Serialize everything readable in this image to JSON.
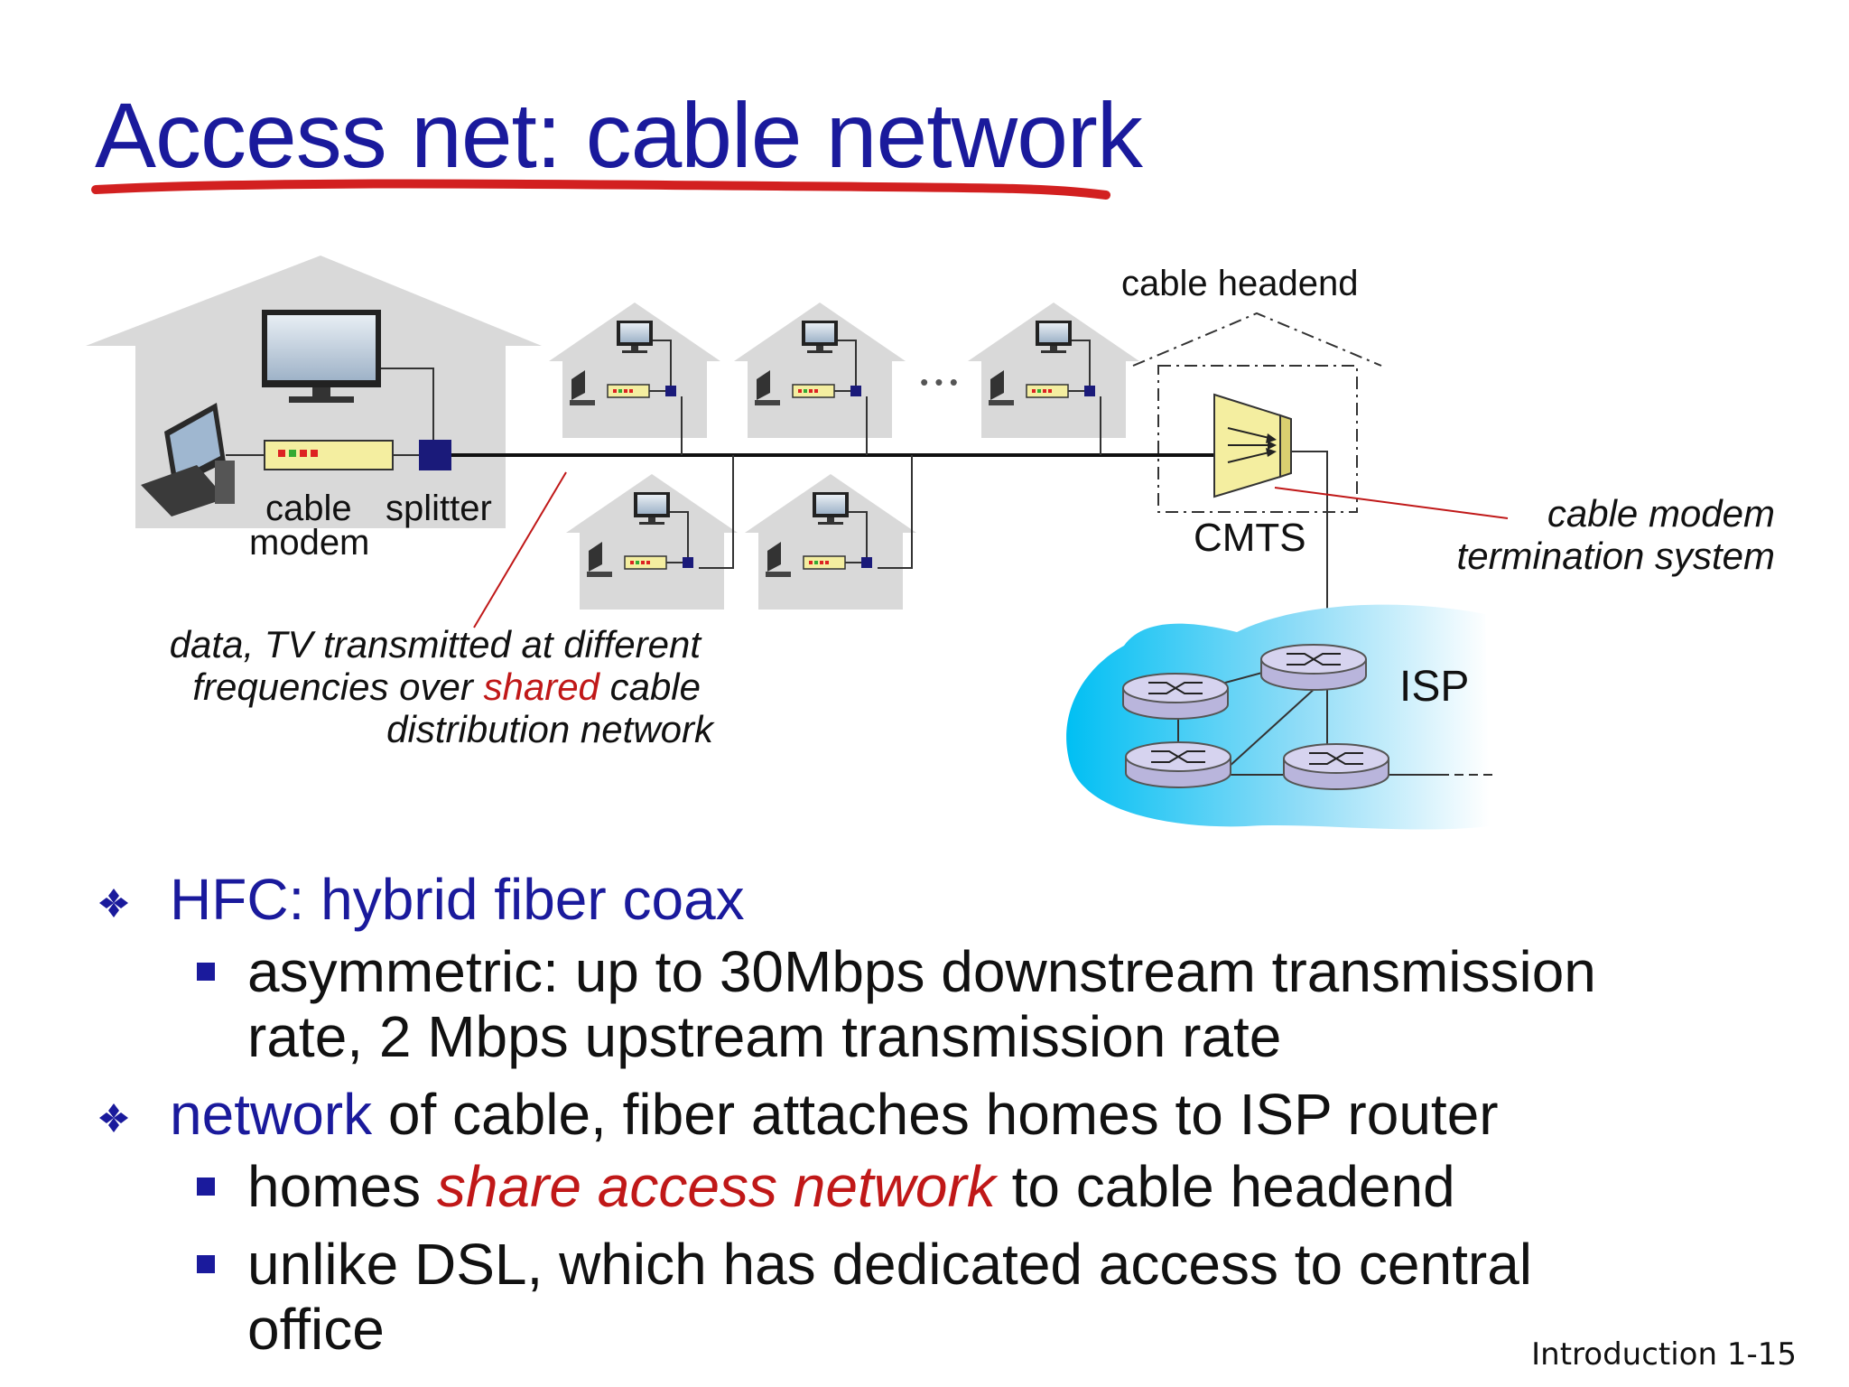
{
  "slide": {
    "title": "Access net: cable network",
    "footer": "Introduction 1-15"
  },
  "diagram": {
    "cable_headend_label": "cable headend",
    "cable_modem_label_line1": "cable",
    "cable_modem_label_line2": "modem",
    "splitter_label": "splitter",
    "cmts_label": "CMTS",
    "cmts_note_line1": "cable modem",
    "cmts_note_line2": "termination system",
    "isp_label": "ISP",
    "ellipsis": "• • •",
    "shared_note_line1": "data, TV transmitted at different",
    "shared_note_line2_pre": "frequencies over ",
    "shared_note_line2_red": "shared",
    "shared_note_line2_post": " cable",
    "shared_note_line3": "distribution network"
  },
  "bullets": {
    "b1": "HFC: hybrid fiber coax",
    "b1_sub1_line1": "asymmetric: up to 30Mbps downstream transmission",
    "b1_sub1_line2": "rate, 2 Mbps upstream transmission rate",
    "b2_blue": "network",
    "b2_rest": " of cable, fiber attaches homes to ISP router",
    "b2_sub1_pre": "homes ",
    "b2_sub1_red": "share access network",
    "b2_sub1_post": " to cable headend",
    "b2_sub2_line1": "unlike DSL, which has dedicated access to central",
    "b2_sub2_line2": "office"
  },
  "colors": {
    "title": "#1a1a9c",
    "underline": "#d22020",
    "house": "#d9d9d9",
    "modem": "#f4eea0",
    "splitter": "#1a1a7a",
    "isp_cloud": "#33c6f2",
    "router": "#c8c4e8",
    "emphasis": "#c01818"
  }
}
